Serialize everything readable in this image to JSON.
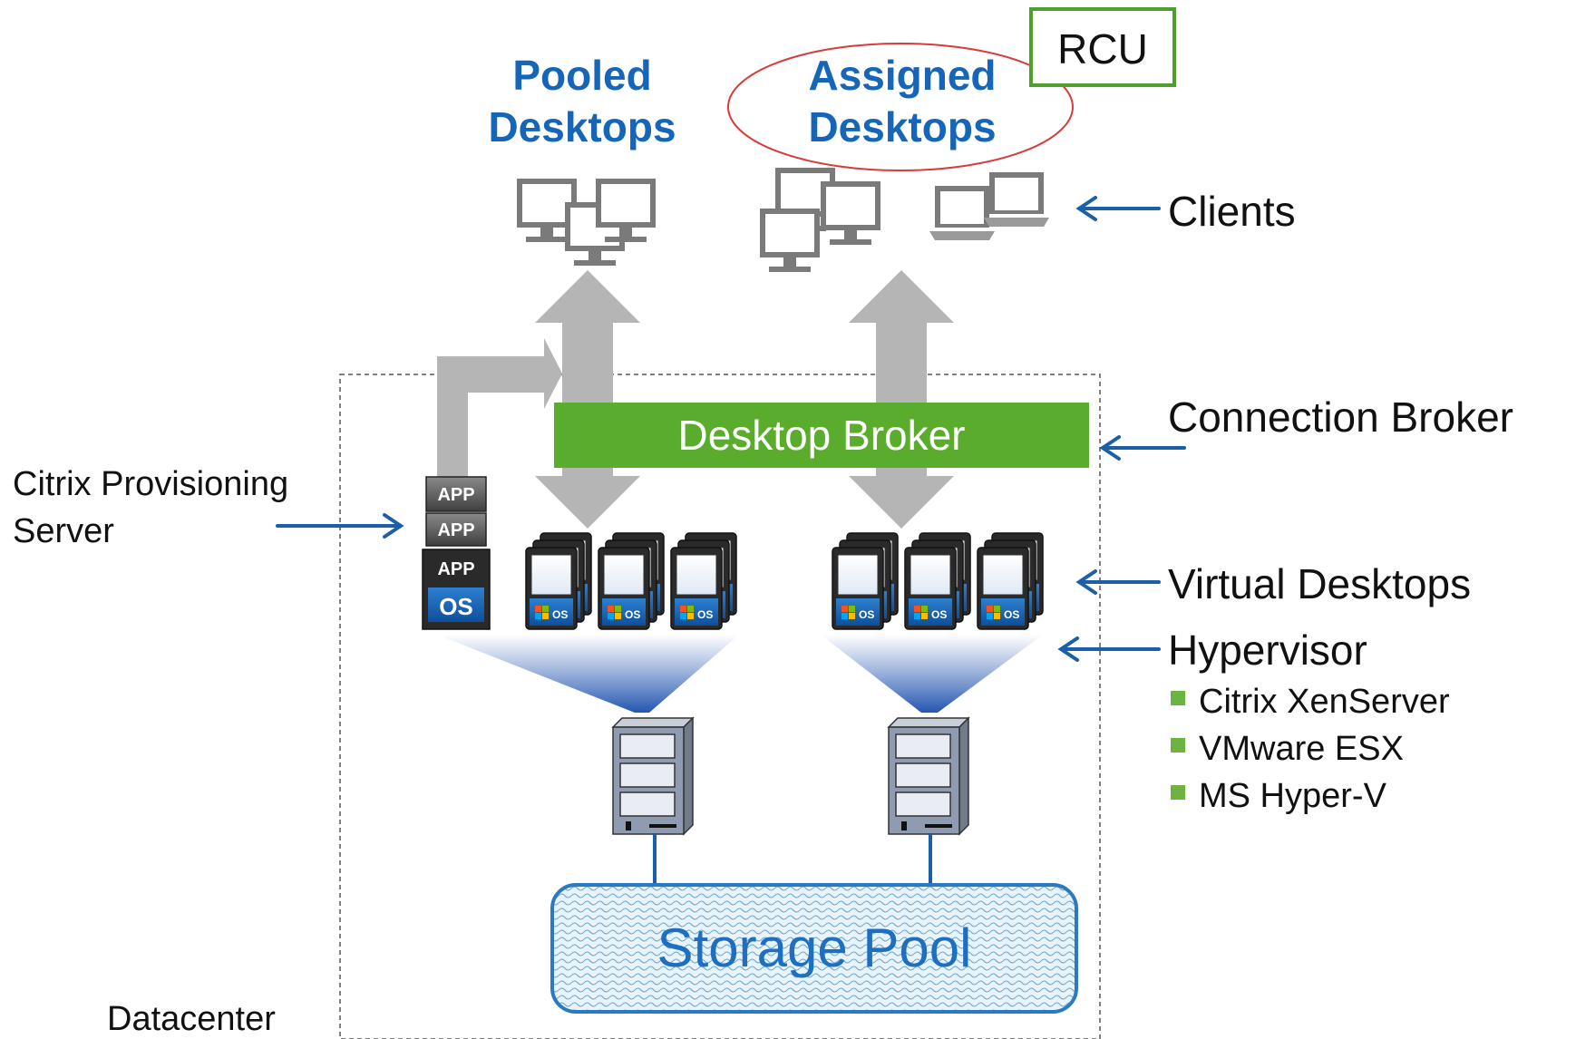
{
  "titles": {
    "pooled": [
      "Pooled",
      "Desktops"
    ],
    "assigned": [
      "Assigned",
      "Desktops"
    ]
  },
  "rcu_label": "RCU",
  "labels": {
    "clients": "Clients",
    "connection_broker": "Connection Broker",
    "virtual_desktops": "Virtual Desktops",
    "hypervisor": "Hypervisor",
    "provisioning": [
      "Citrix Provisioning",
      "Server"
    ],
    "datacenter": "Datacenter"
  },
  "hypervisor_options": [
    "Citrix XenServer",
    "VMware ESX",
    "MS Hyper-V"
  ],
  "broker_label": "Desktop Broker",
  "storage_label": "Storage Pool",
  "stack": {
    "app_label": "APP",
    "os_label": "OS"
  },
  "vd_os_label": "OS",
  "colors": {
    "title_blue": "#1565b8",
    "arrow_blue": "#1a5fa8",
    "broker_green": "#5aac2c",
    "rcu_green": "#4e9f2b",
    "ellipse_red": "#d93a3a",
    "bullet_green": "#6cb33f",
    "storage_blue": "#2b79c2",
    "gray_arrow": "#b5b5b5"
  },
  "icons": [
    "client-computer-icon",
    "laptop-icon",
    "virtual-desktop-icon",
    "server-icon",
    "windows-logo-icon"
  ]
}
